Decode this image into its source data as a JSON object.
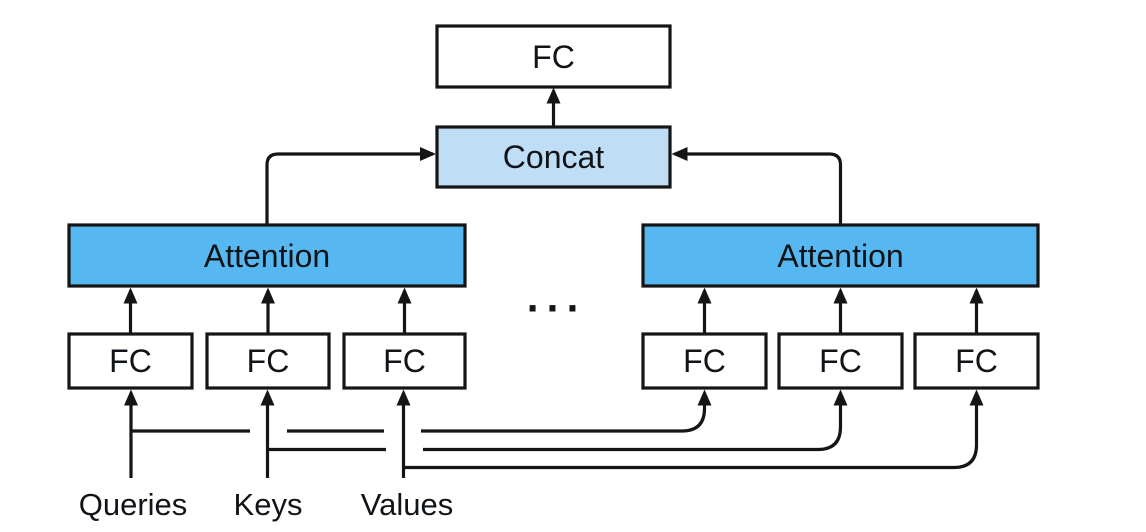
{
  "nodes": {
    "fc_top": "FC",
    "concat": "Concat",
    "attention_left": "Attention",
    "attention_right": "Attention",
    "fc_left": [
      "FC",
      "FC",
      "FC"
    ],
    "fc_right": [
      "FC",
      "FC",
      "FC"
    ]
  },
  "inputs": {
    "queries": "Queries",
    "keys": "Keys",
    "values": "Values"
  },
  "ellipsis": "···",
  "colors": {
    "background": "#ffffff",
    "attention_fill": "#57b8f1",
    "concat_fill": "#c0ddf6",
    "box_fill": "#ffffff",
    "line": "#151515",
    "text": "#101418"
  },
  "edges": [
    "queries -> fc_left_1",
    "queries -> fc_right_1",
    "keys -> fc_left_2",
    "keys -> fc_right_2",
    "values -> fc_left_3",
    "values -> fc_right_3",
    "fc_left_1 -> attention_left",
    "fc_left_2 -> attention_left",
    "fc_left_3 -> attention_left",
    "fc_right_1 -> attention_right",
    "fc_right_2 -> attention_right",
    "fc_right_3 -> attention_right",
    "attention_left -> concat",
    "attention_right -> concat",
    "concat -> fc_top"
  ]
}
